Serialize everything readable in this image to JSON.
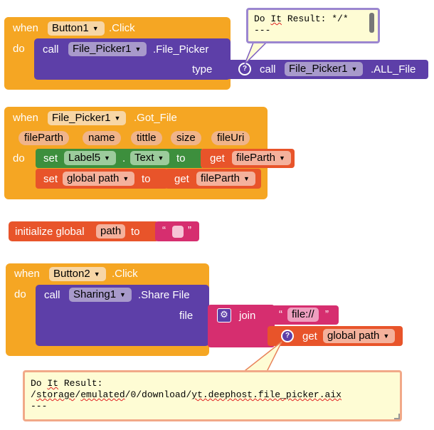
{
  "block1": {
    "when": "when",
    "component": "Button1",
    "event": ".Click",
    "do": "do",
    "call": "call",
    "picker": "File_Picker1",
    "method": ".File_Picker",
    "type_label": "type",
    "call2": "call",
    "picker2": "File_Picker1",
    "constant": ".ALL_File"
  },
  "bubble1": {
    "prefix": "Do ",
    "it": "It",
    "result": " Result: */*",
    "dashes": "---"
  },
  "block2": {
    "when": "when",
    "component": "File_Picker1",
    "event": ".Got_File",
    "params": [
      "fileParth",
      "name",
      "tittle",
      "size",
      "fileUri"
    ],
    "do": "do",
    "set1": "set",
    "label_comp": "Label5",
    "dot": ".",
    "prop": "Text",
    "to1": "to",
    "get1": "get",
    "get1_var": "fileParth",
    "set2": "set",
    "global_var": "global path",
    "to2": "to",
    "get2": "get",
    "get2_var": "fileParth"
  },
  "block3": {
    "label": "initialize global",
    "name": "path",
    "to": "to",
    "quote_open": "“",
    "quote_close": "”"
  },
  "block4": {
    "when": "when",
    "component": "Button2",
    "event": ".Click",
    "do": "do",
    "call": "call",
    "sharing": "Sharing1",
    "method": ".Share File",
    "file_label": "file",
    "join": "join",
    "quote_open": "“",
    "string_value": "file://",
    "quote_close": "”",
    "get": "get",
    "get_var": "global path"
  },
  "bubble2": {
    "prefix": "Do ",
    "it": "It",
    "result": " Result:",
    "path_pre": "/",
    "path_storage": "storage",
    "path_mid": "/",
    "path_emulated": "emulated",
    "path_tail": "/0/download/",
    "path_file": "yt.deephost.file_picker.aix",
    "dashes": "---"
  },
  "colors": {
    "event": "#f5a623",
    "procedure": "#5d3fa8",
    "component_set": "#3d8f3d",
    "variable": "#e8542a",
    "text": "#d62e6f",
    "bubble": "#fefcd4"
  },
  "icons": [
    "question-icon",
    "gear-icon",
    "chevron-down-icon"
  ]
}
